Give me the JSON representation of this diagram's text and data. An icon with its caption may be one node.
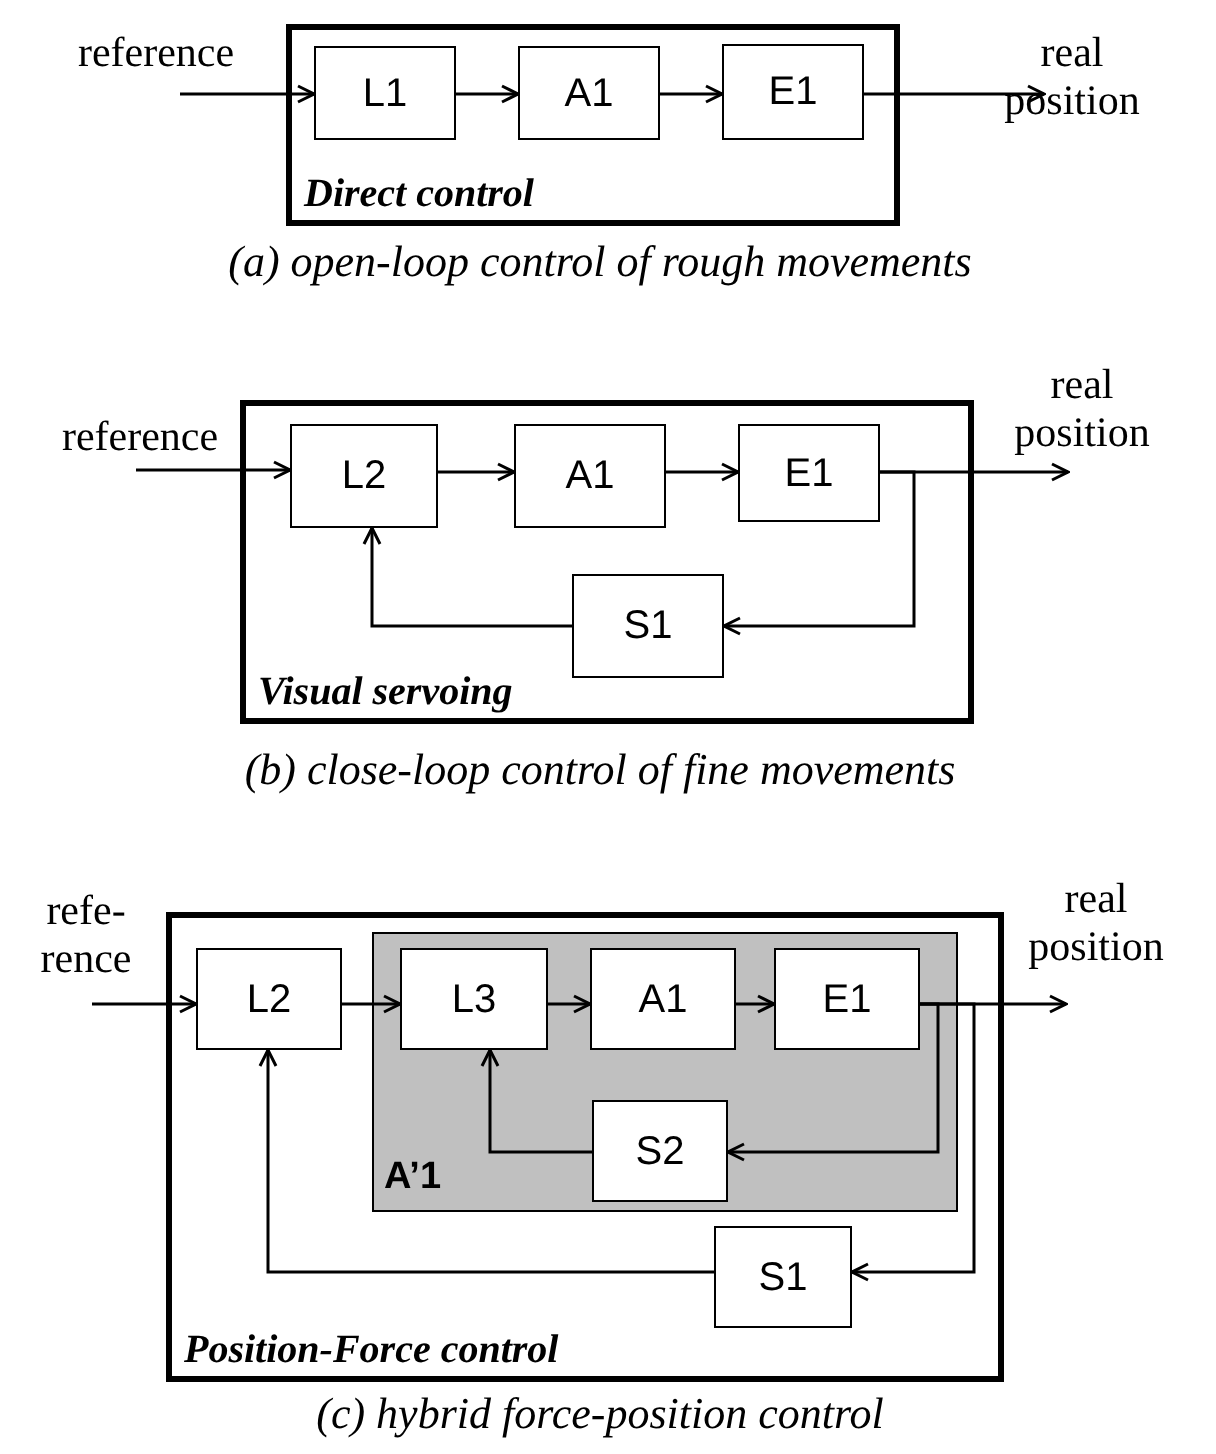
{
  "diagram": {
    "nodes": [
      {
        "text": [
          "Direct control"
        ]
      },
      {
        "text": [
          "L1"
        ],
        "in": 0
      },
      {
        "text": [
          "A1"
        ],
        "in": 0
      },
      {
        "text": [
          "E1"
        ],
        "in": 0
      },
      {
        "text": [
          "Visual servoing"
        ]
      },
      {
        "text": [
          "L2"
        ],
        "in": 4
      },
      {
        "text": [
          "A1"
        ],
        "in": 4
      },
      {
        "text": [
          "E1"
        ],
        "in": 4
      },
      {
        "text": [
          "S1"
        ],
        "in": 4
      },
      {
        "text": [
          "Position-Force control"
        ]
      },
      {
        "text": [
          "L2"
        ],
        "in": 9
      },
      {
        "text": [
          "A’1"
        ],
        "in": 9
      },
      {
        "text": [
          "L3"
        ],
        "in": 11
      },
      {
        "text": [
          "A1"
        ],
        "in": 11
      },
      {
        "text": [
          "E1"
        ],
        "in": 11
      },
      {
        "text": [
          "S2"
        ],
        "in": 11
      },
      {
        "text": [
          "S1"
        ],
        "in": 9
      },
      {
        "text": [
          "reference"
        ]
      },
      {
        "text": [
          "real position"
        ]
      },
      {
        "text": [
          "reference"
        ]
      },
      {
        "text": [
          "real position"
        ]
      },
      {
        "text": [
          "refe- rence"
        ]
      },
      {
        "text": [
          "real position"
        ]
      }
    ],
    "edges": [
      {
        "from": 17,
        "to": 1,
        "arrow": "to"
      },
      {
        "from": 1,
        "to": 2,
        "arrow": "to"
      },
      {
        "from": 2,
        "to": 3,
        "arrow": "to"
      },
      {
        "from": 3,
        "to": 18,
        "arrow": "to"
      },
      {
        "from": 19,
        "to": 5,
        "arrow": "to"
      },
      {
        "from": 5,
        "to": 6,
        "arrow": "to"
      },
      {
        "from": 6,
        "to": 7,
        "arrow": "to"
      },
      {
        "from": 7,
        "to": 20,
        "arrow": "to"
      },
      {
        "from": 7,
        "to": 8,
        "arrow": "to"
      },
      {
        "from": 8,
        "to": 5,
        "arrow": "to"
      },
      {
        "from": 21,
        "to": 10,
        "arrow": "to"
      },
      {
        "from": 10,
        "to": 12,
        "arrow": "to"
      },
      {
        "from": 12,
        "to": 13,
        "arrow": "to"
      },
      {
        "from": 13,
        "to": 14,
        "arrow": "to"
      },
      {
        "from": 14,
        "to": 22,
        "arrow": "to"
      },
      {
        "from": 14,
        "to": 15,
        "arrow": "to"
      },
      {
        "from": 15,
        "to": 12,
        "arrow": "to"
      },
      {
        "from": 14,
        "to": 16,
        "arrow": "to"
      },
      {
        "from": 16,
        "to": 10,
        "arrow": "to"
      }
    ],
    "labels": [
      "(a) open-loop control of rough movements",
      "(b) close-loop control of fine movements",
      "(c) hybrid force-position control"
    ]
  }
}
